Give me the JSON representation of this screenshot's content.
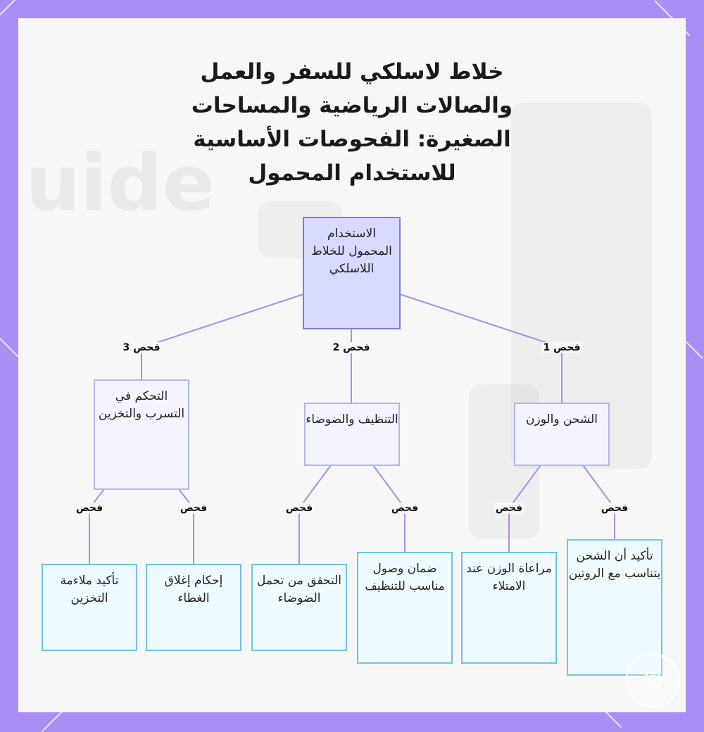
{
  "title": "خلاط لاسلكي للسفر والعمل والصالات الرياضية والمساحات الصغيرة: الفحوصات الأساسية للاستخدام المحمول",
  "root": {
    "label": "الاستخدام المحمول للخلاط اللاسلكي"
  },
  "branches": [
    {
      "edge_label": "فحص 1",
      "label": "الشحن والوزن",
      "leaves": [
        {
          "edge_label": "فحص",
          "label": "تأكيد أن الشحن يتناسب مع الروتين"
        },
        {
          "edge_label": "فحص",
          "label": "مراعاة الوزن عند الامتلاء"
        }
      ]
    },
    {
      "edge_label": "فحص 2",
      "label": "التنظيف والضوضاء",
      "leaves": [
        {
          "edge_label": "فحص",
          "label": "ضمان وصول مناسب للتنظيف"
        },
        {
          "edge_label": "فحص",
          "label": "التحقق من تحمل الضوضاء"
        }
      ]
    },
    {
      "edge_label": "فحص 3",
      "label": "التحكم في التسرب والتخزين",
      "leaves": [
        {
          "edge_label": "فحص",
          "label": "إحكام إغلاق الغطاء"
        },
        {
          "edge_label": "فحص",
          "label": "تأكيد ملاءمة التخزين"
        }
      ]
    }
  ],
  "background_text": "uide",
  "colors": {
    "frame": "#a98ff5",
    "panel": "#f7f7f7",
    "connector": "#a98ee8",
    "root_fill": "#d8d9ff",
    "root_border": "#7d7fd2",
    "mid_fill": "#f3f4ff",
    "mid_border": "#b3b5ee",
    "leaf_fill": "#eefaff",
    "leaf_border": "#6cc6e6"
  }
}
